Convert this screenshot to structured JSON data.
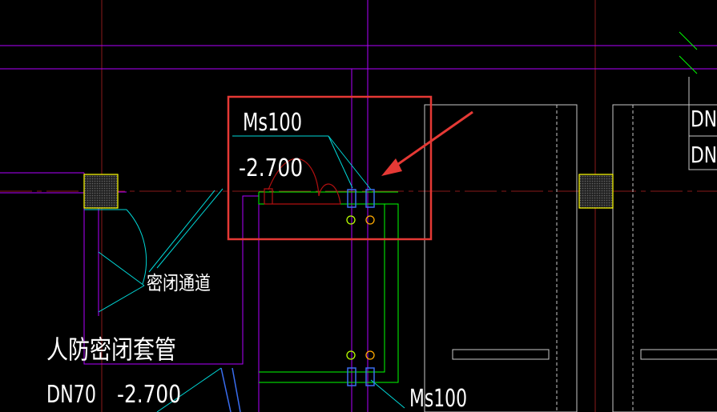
{
  "labels": {
    "pipe_size_top": "Ms100",
    "elevation_top": "-2.700",
    "passage": "密闭通道",
    "sleeve_title": "人防密闭套管",
    "sleeve_size": "DN70",
    "sleeve_elevation": "-2.700",
    "pipe_size_bottom": "Ms100",
    "edge_label_1": "DN",
    "edge_label_2": "DN"
  },
  "colors": {
    "background": "#000000",
    "magenta_line": "#b000ff",
    "red_axis": "#8a1a1a",
    "cyan": "#00d7d7",
    "green": "#00ff00",
    "white": "#ffffff",
    "grey": "#c8c8c8",
    "yellow": "#ffff00",
    "dark_red": "#b01010",
    "annotation_red": "#e53935",
    "blue": "#3a6df0"
  }
}
